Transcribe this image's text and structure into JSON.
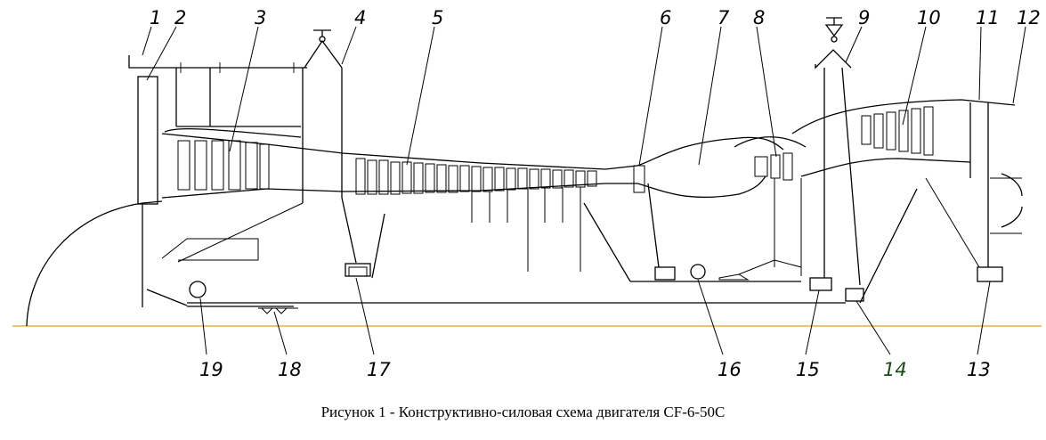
{
  "caption": "Рисунок 1 - Конструктивно-силовая схема двигателя CF-6-50C",
  "labels_top": [
    "1",
    "2",
    "3",
    "4",
    "5",
    "6",
    "7",
    "8",
    "9",
    "10",
    "11",
    "12"
  ],
  "labels_bottom": [
    "19",
    "18",
    "17",
    "16",
    "15",
    "14",
    "13"
  ],
  "colors": {
    "lines": "#000000",
    "axis": "#e0a020",
    "label_14": "#1a4a1a"
  }
}
